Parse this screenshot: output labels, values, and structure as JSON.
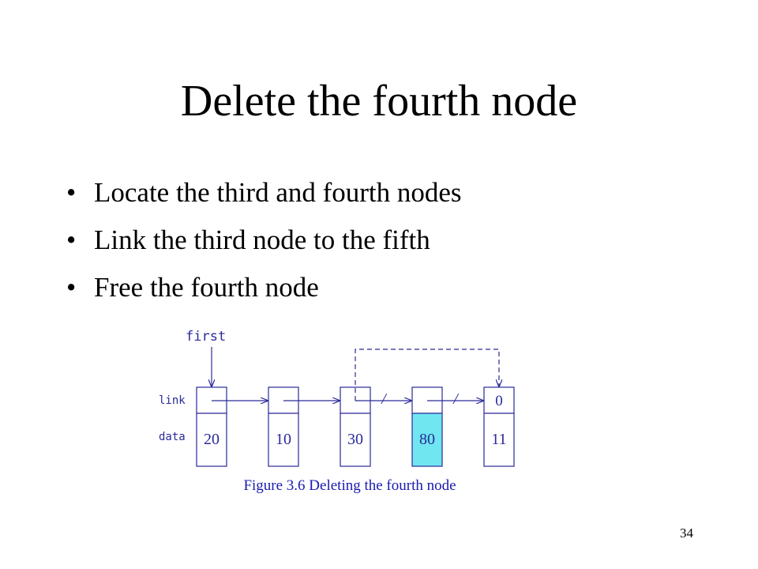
{
  "slide": {
    "title": "Delete the fourth node",
    "bullets": [
      "Locate the third and fourth nodes",
      "Link the third node to the fifth",
      "Free the fourth node"
    ],
    "page_number": "34"
  },
  "figure": {
    "pointer_label": "first",
    "row_labels": {
      "link": "link",
      "data": "data"
    },
    "nodes": [
      {
        "data": "20",
        "link": ""
      },
      {
        "data": "10",
        "link": ""
      },
      {
        "data": "30",
        "link": ""
      },
      {
        "data": "80",
        "link": ""
      },
      {
        "data": "11",
        "link": "0"
      }
    ],
    "broken_link_mark": "/",
    "caption": "Figure 3.6 Deleting the fourth node",
    "colors": {
      "line": "#2a2a9a",
      "deleted_fill": "#6fe6f0",
      "caption": "#1a1ab0"
    }
  }
}
